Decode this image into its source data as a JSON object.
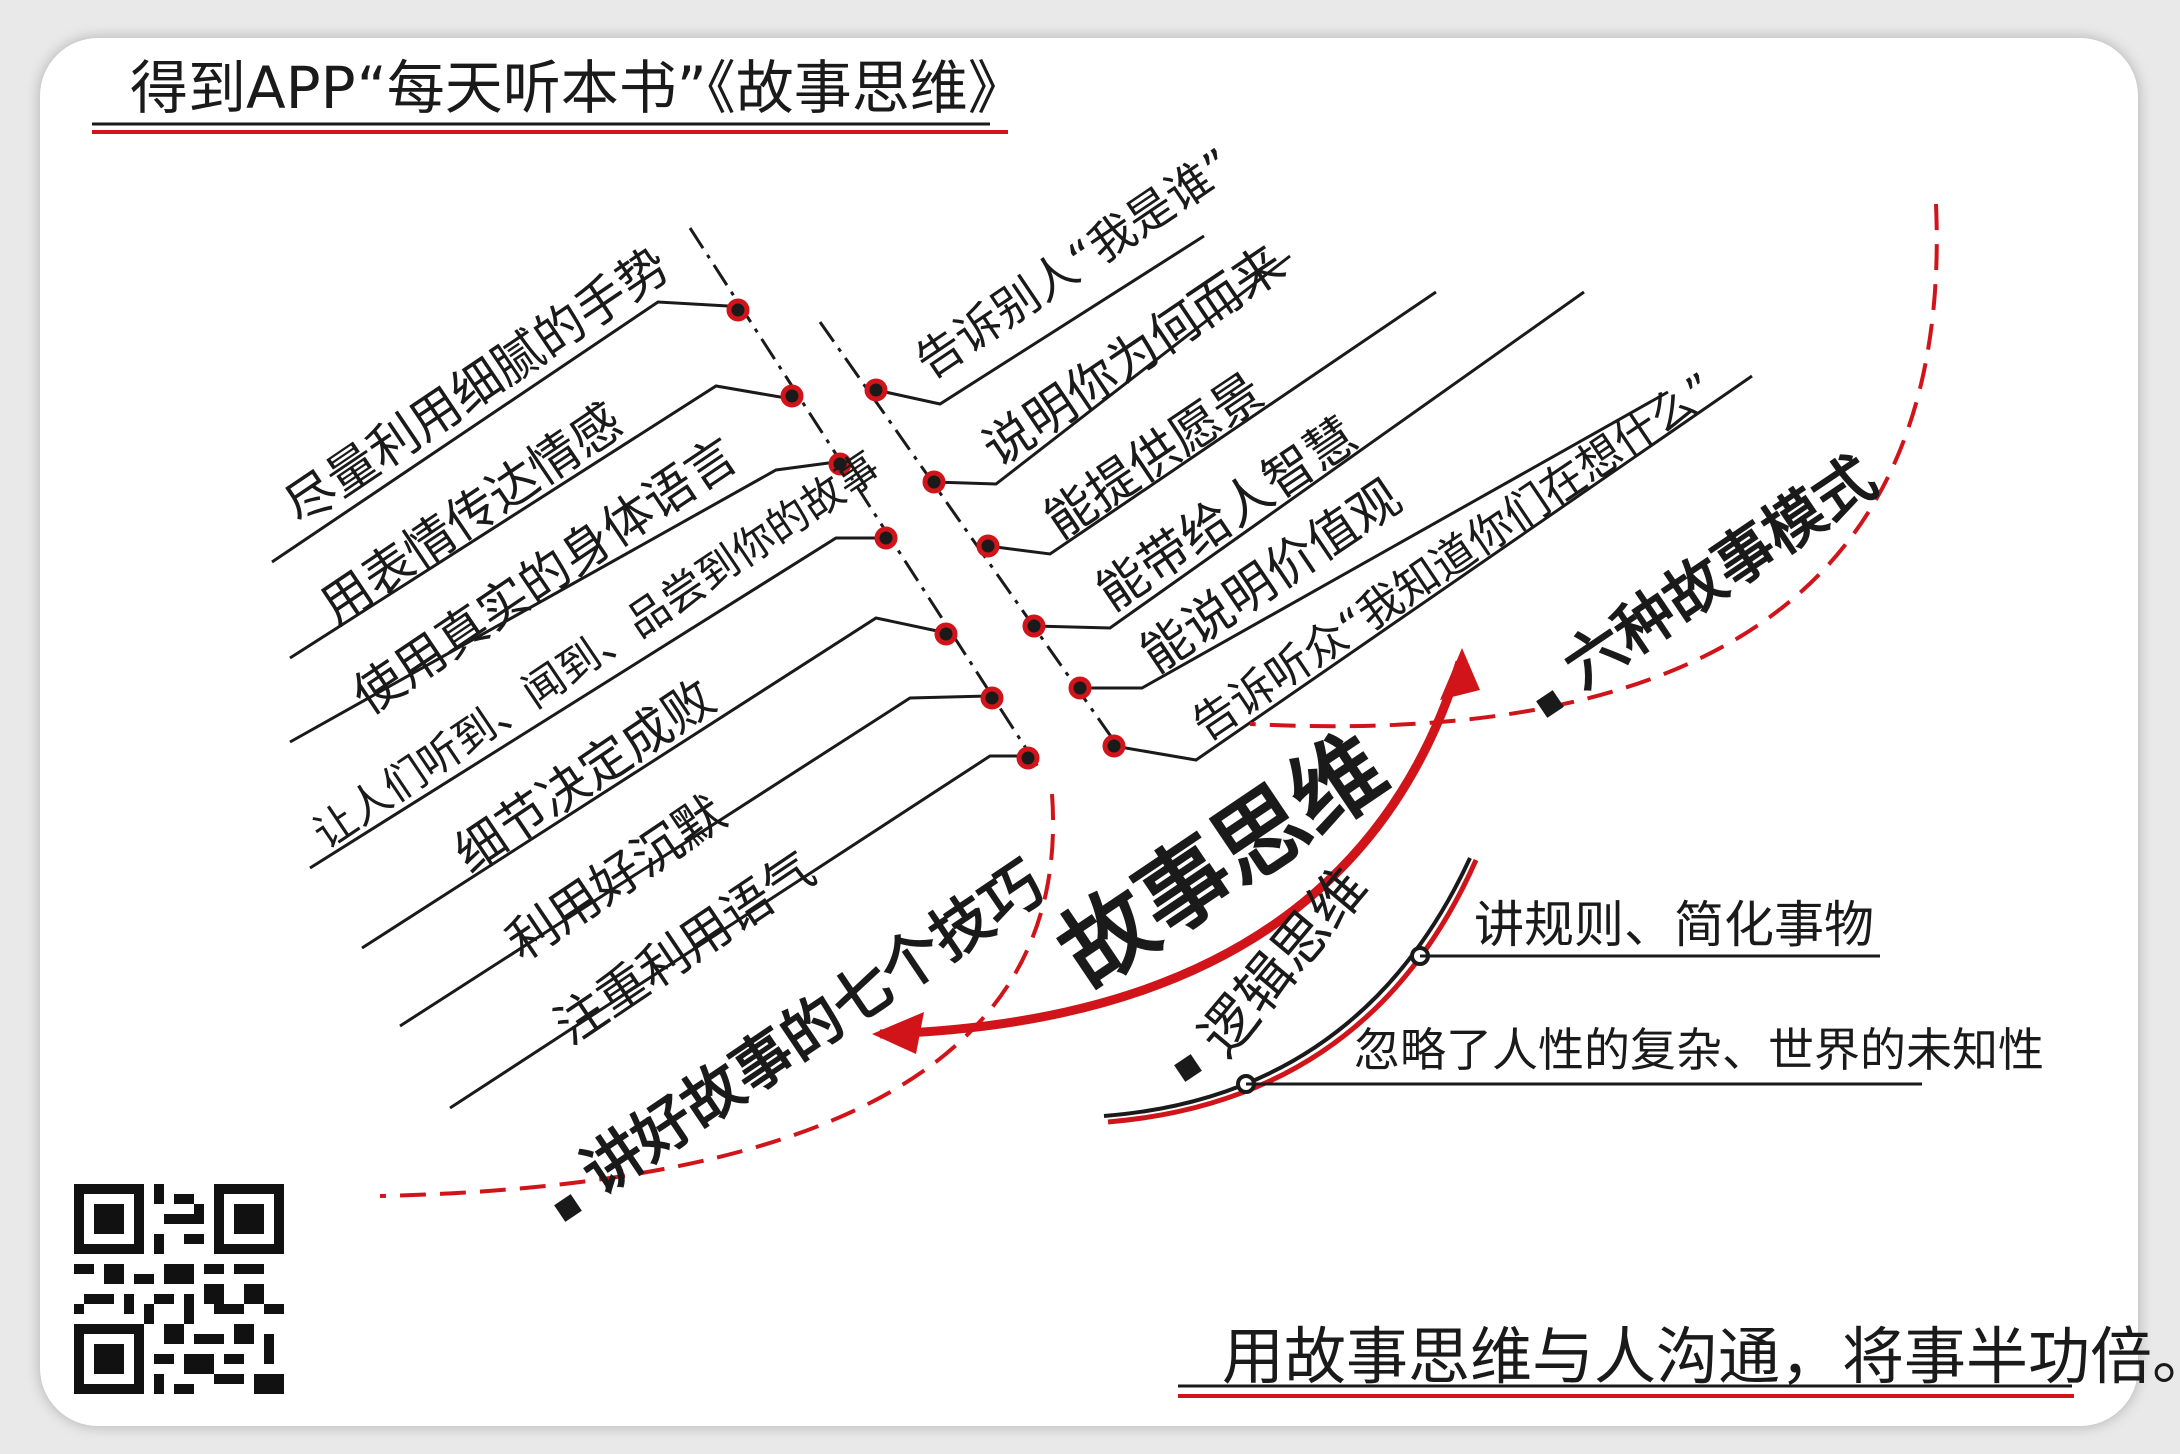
{
  "header": {
    "title": "得到APP“每天听本书”《故事思维》"
  },
  "center": {
    "label": "故事思维"
  },
  "seven_skills": {
    "title": "讲好故事的七个技巧",
    "items": [
      "尽量利用细腻的手势",
      "用表情传达情感",
      "使用真实的身体语言",
      "让人们听到、闻到、品尝到你的故事",
      "细节决定成败",
      "利用好沉默",
      "注重利用语气"
    ]
  },
  "six_patterns": {
    "title": "六种故事模式",
    "items": [
      "告诉别人“我是谁”",
      "说明你为何而来",
      "能提供愿景",
      "能带给人智慧",
      "能说明价值观",
      "告诉听众“我知道你们在想什么”"
    ]
  },
  "logic": {
    "title": "逻辑思维",
    "items": [
      "讲规则、简化事物",
      "忽略了人性的复杂、世界的未知性"
    ]
  },
  "footer": {
    "slogan": "用故事思维与人沟通，将事半功倍。"
  },
  "colors": {
    "accent_red": "#d0141a",
    "ink": "#1a1a1a"
  },
  "qr": {
    "icon": "qr-code-icon"
  }
}
